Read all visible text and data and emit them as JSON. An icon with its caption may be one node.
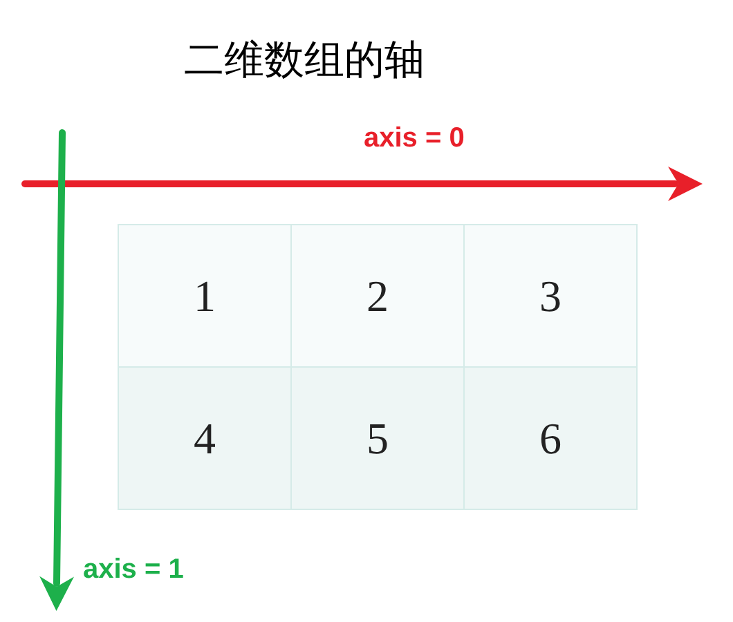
{
  "diagram": {
    "title": "二维数组的轴",
    "labels": [
      "axis = 0",
      "1",
      "2",
      "3",
      "4",
      "5",
      "6",
      "axis = 1"
    ]
  }
}
